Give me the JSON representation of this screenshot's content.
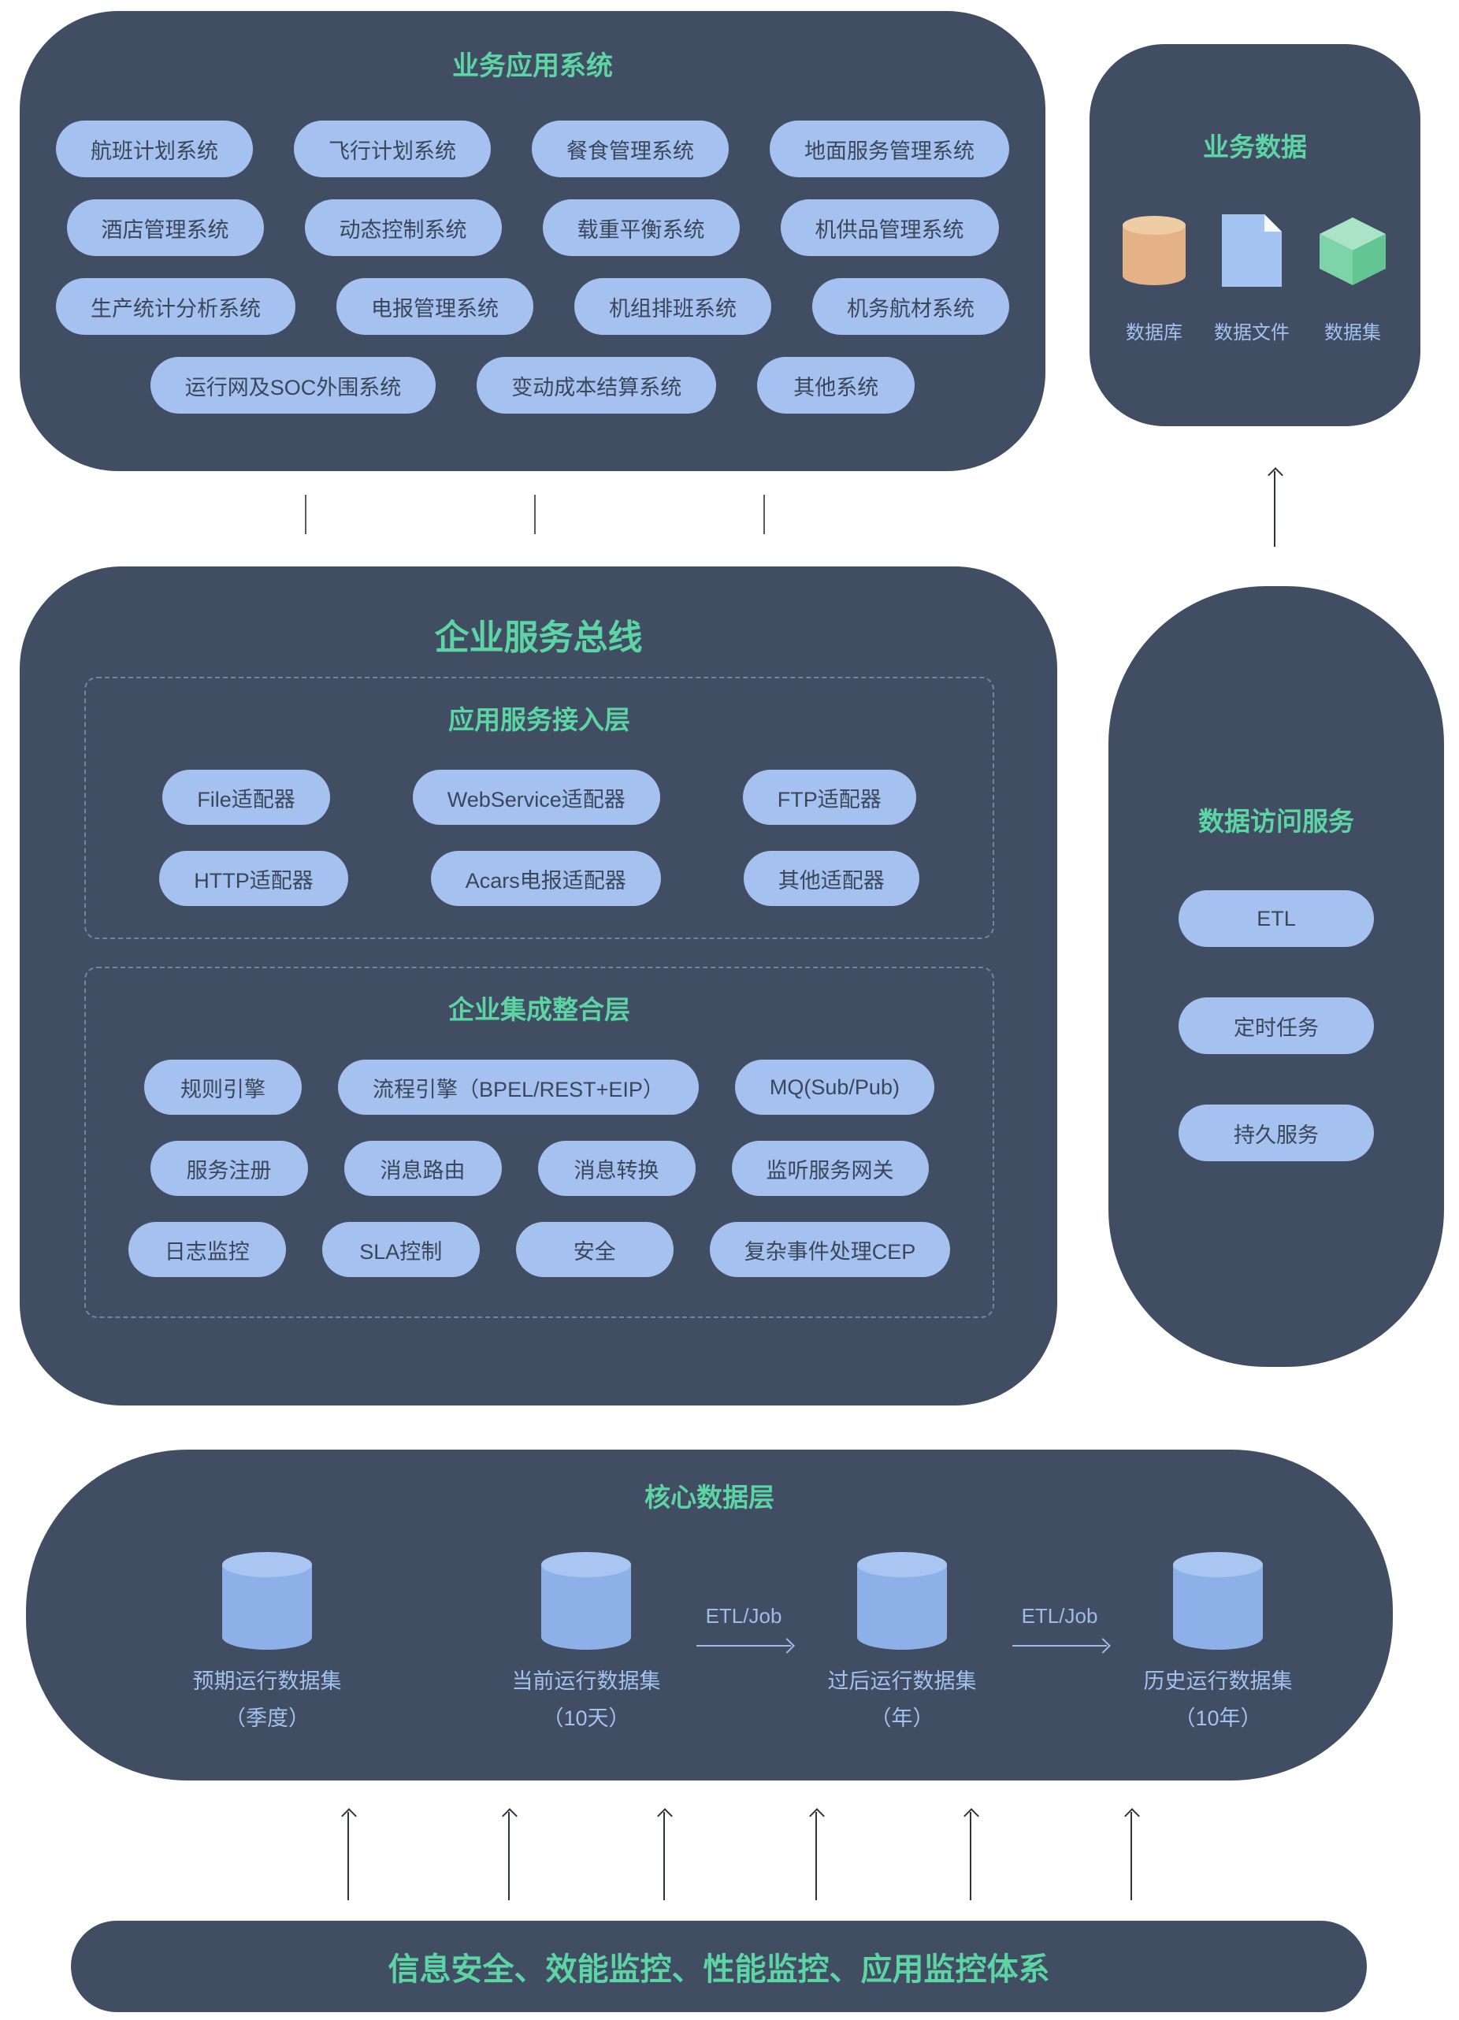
{
  "business_apps": {
    "title": "业务应用系统",
    "rows": [
      [
        "航班计划系统",
        "飞行计划系统",
        "餐食管理系统",
        "地面服务管理系统"
      ],
      [
        "酒店管理系统",
        "动态控制系统",
        "载重平衡系统",
        "机供品管理系统"
      ],
      [
        "生产统计分析系统",
        "电报管理系统",
        "机组排班系统",
        "机务航材系统"
      ],
      [
        "运行网及SOC外围系统",
        "变动成本结算系统",
        "其他系统"
      ]
    ]
  },
  "business_data": {
    "title": "业务数据",
    "items": [
      {
        "icon": "database-icon",
        "label": "数据库"
      },
      {
        "icon": "file-icon",
        "label": "数据文件"
      },
      {
        "icon": "cube-icon",
        "label": "数据集"
      }
    ]
  },
  "esb": {
    "title": "企业服务总线",
    "access_layer": {
      "title": "应用服务接入层",
      "rows": [
        [
          "File适配器",
          "WebService适配器",
          "FTP适配器"
        ],
        [
          "HTTP适配器",
          "Acars电报适配器",
          "其他适配器"
        ]
      ]
    },
    "integration_layer": {
      "title": "企业集成整合层",
      "rows": [
        [
          "规则引擎",
          "流程引擎（BPEL/REST+EIP）",
          "MQ(Sub/Pub)"
        ],
        [
          "服务注册",
          "消息路由",
          "消息转换",
          "监听服务网关"
        ],
        [
          "日志监控",
          "SLA控制",
          "安全",
          "复杂事件处理CEP"
        ]
      ]
    }
  },
  "data_access": {
    "title": "数据访问服务",
    "items": [
      "ETL",
      "定时任务",
      "持久服务"
    ]
  },
  "core_data": {
    "title": "核心数据层",
    "datasets": [
      {
        "name": "预期运行数据集",
        "period": "（季度）"
      },
      {
        "name": "当前运行数据集",
        "period": "（10天）"
      },
      {
        "name": "过后运行数据集",
        "period": "（年）"
      },
      {
        "name": "历史运行数据集",
        "period": "（10年）"
      }
    ],
    "etl_label": "ETL/Job"
  },
  "monitoring": {
    "title": "信息安全、效能监控、性能监控、应用监控体系"
  },
  "colors": {
    "panel": "#414d63",
    "pill": "#a4c1ef",
    "accent_green": "#5dd4a3",
    "label_blue": "#a4c2ef"
  }
}
